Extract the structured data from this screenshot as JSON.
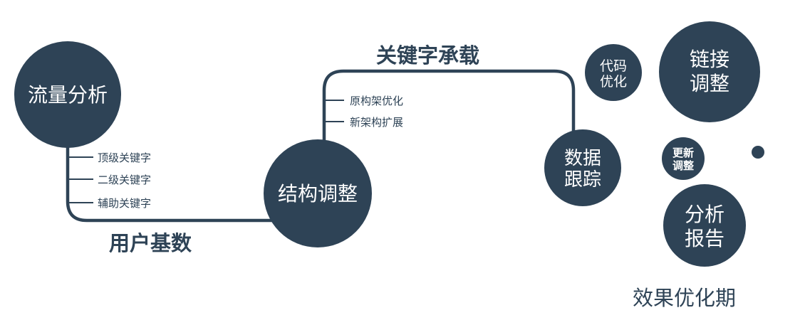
{
  "colors": {
    "primary": "#2e4356",
    "circle_text": "#ffffff",
    "background": "#ffffff"
  },
  "circles": {
    "traffic": {
      "label": "流量分析"
    },
    "structure": {
      "label": "结构调整"
    },
    "tracking": {
      "line1": "数据",
      "line2": "跟踪"
    },
    "code": {
      "line1": "代码",
      "line2": "优化"
    },
    "link": {
      "line1": "链接",
      "line2": "调整"
    },
    "update": {
      "line1": "更新",
      "line2": "调整"
    },
    "report": {
      "line1": "分析",
      "line2": "报告"
    }
  },
  "edge_labels": {
    "user_base": "用户基数",
    "keyword_bearing": "关键字承载"
  },
  "branch_labels": {
    "traffic": [
      "顶级关键字",
      "二级关键字",
      "辅助关键字"
    ],
    "structure": [
      "原构架优化",
      "新架构扩展"
    ]
  },
  "caption": "效果优化期"
}
